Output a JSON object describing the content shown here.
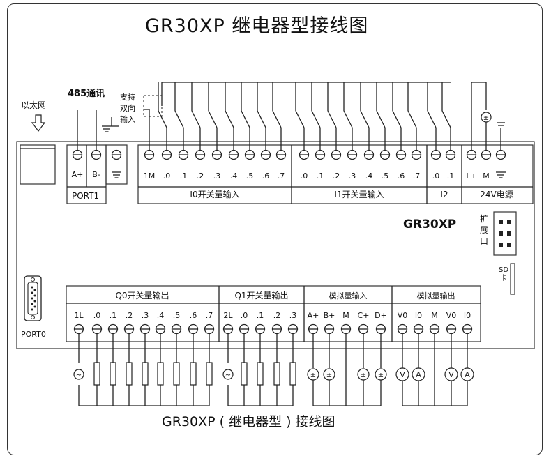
{
  "title": "GR30XP 继电器型接线图",
  "bottom_title": "GR30XP ( 继电器型 ) 接线图",
  "model_label": "GR30XP",
  "ethernet_label": "以太网",
  "rs485_label": "485通讯",
  "bidirectional_note": [
    "支持",
    "双向",
    "输入"
  ],
  "expansion_label": "扩展口",
  "sd_label": "SD卡",
  "port0_label": "PORT0",
  "port1": {
    "label": "PORT1",
    "terminals": [
      "A+",
      "B-"
    ]
  },
  "input_groups": {
    "i0": {
      "label": "I0开关量输入",
      "terminals": [
        "1M",
        ".0",
        ".1",
        ".2",
        ".3",
        ".4",
        ".5",
        ".6",
        ".7"
      ]
    },
    "i1": {
      "label": "I1开关量输入",
      "terminals": [
        ".0",
        ".1",
        ".2",
        ".3",
        ".4",
        ".5",
        ".6",
        ".7"
      ]
    },
    "i2": {
      "label": "I2",
      "terminals": [
        ".0",
        ".1"
      ]
    },
    "power": {
      "label": "24V电源",
      "terminals": [
        "L+",
        "M"
      ]
    }
  },
  "output_groups": {
    "q0": {
      "label": "Q0开关量输出",
      "terminals": [
        "1L",
        ".0",
        ".1",
        ".2",
        ".3",
        ".4",
        ".5",
        ".6",
        ".7"
      ]
    },
    "q1": {
      "label": "Q1开关量输出",
      "terminals": [
        "2L",
        ".0",
        ".1",
        ".2",
        ".3"
      ]
    },
    "analog_in": {
      "label": "模拟量输入",
      "terminals": [
        "A+",
        "B+",
        "M",
        "C+",
        "D+"
      ]
    },
    "analog_out": {
      "label": "模拟量输出",
      "terminals": [
        "V0",
        "I0",
        "M",
        "V0",
        "I0"
      ]
    }
  }
}
